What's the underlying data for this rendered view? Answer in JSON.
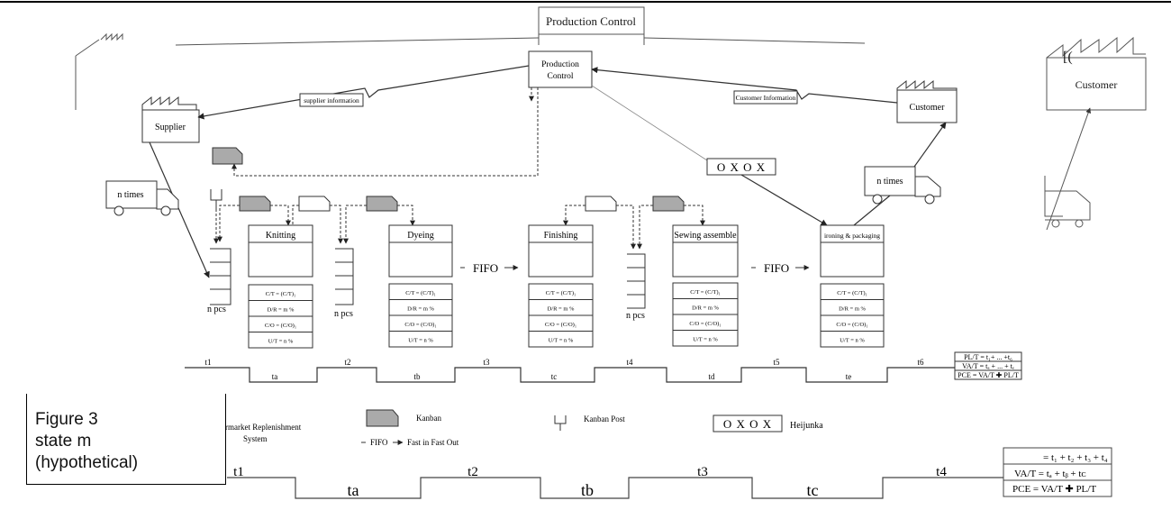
{
  "caption_lines": [
    "Figure 3",
    "state m",
    "(hypothetical)"
  ],
  "top_fragment": {
    "production_control": "Production Control",
    "customer": "Customer",
    "bracket": "[("
  },
  "production_control": "Production Control",
  "supplier": "Supplier",
  "customer": "Customer",
  "supplier_info": "supplier information",
  "customer_info": "Customer Information",
  "heijunka": "O X O X",
  "truck_left": "n times",
  "truck_right": "n times",
  "n_pcs": "n pcs",
  "fifo_label": "FIFO",
  "processes": [
    {
      "name": "Knitting"
    },
    {
      "name": "Dyeing"
    },
    {
      "name": "Finishing"
    },
    {
      "name": "Sewing assemble"
    },
    {
      "name": "ironing & packaging"
    }
  ],
  "data_box_rows": [
    "C/T = (C/T)₁",
    "D/R = m %",
    "C/O = (C/O)₁",
    "U/T = n %"
  ],
  "timeline": {
    "upper": [
      "t₁",
      "t₂",
      "t₃",
      "t₄",
      "t₅",
      "t₆"
    ],
    "lower": [
      "tₐ",
      "tᵦ",
      "tᴄ",
      "tᵈ",
      "tₑ"
    ]
  },
  "timeline_labels_small": {
    "upper": [
      "t1",
      "t2",
      "t3",
      "t4",
      "t5",
      "t6"
    ],
    "lower": [
      "ta",
      "tb",
      "tc",
      "td",
      "te"
    ]
  },
  "summary": {
    "pl": "PL/T = t₁+ ... +t₆",
    "va": "VA/T = tₐ + ... + tₑ",
    "pce": "PCE = VA/T ✚ PL/T"
  },
  "legend": {
    "supermarket": "Supermarket Replenishment System",
    "supermarket_line1": "Supermarket Replenishment",
    "supermarket_line2": "System",
    "kanban": "Kanban",
    "kanban_post": "Kanban Post",
    "heijunka_box": "O X O X",
    "heijunka": "Heijunka",
    "fifo": "FIFO",
    "fifo_desc": "Fast in Fast Out"
  },
  "bottom_zoom": {
    "upper": [
      "t1",
      "t2",
      "t3",
      "t4"
    ],
    "lower": [
      "ta",
      "tb",
      "tc"
    ],
    "sum1": "= t₁ + t₂ + t₃ + t₄",
    "sum2": "VA/T = tₐ + tᵦ + tᴄ",
    "sum3": "PCE = VA/T ✚ PL/T"
  }
}
